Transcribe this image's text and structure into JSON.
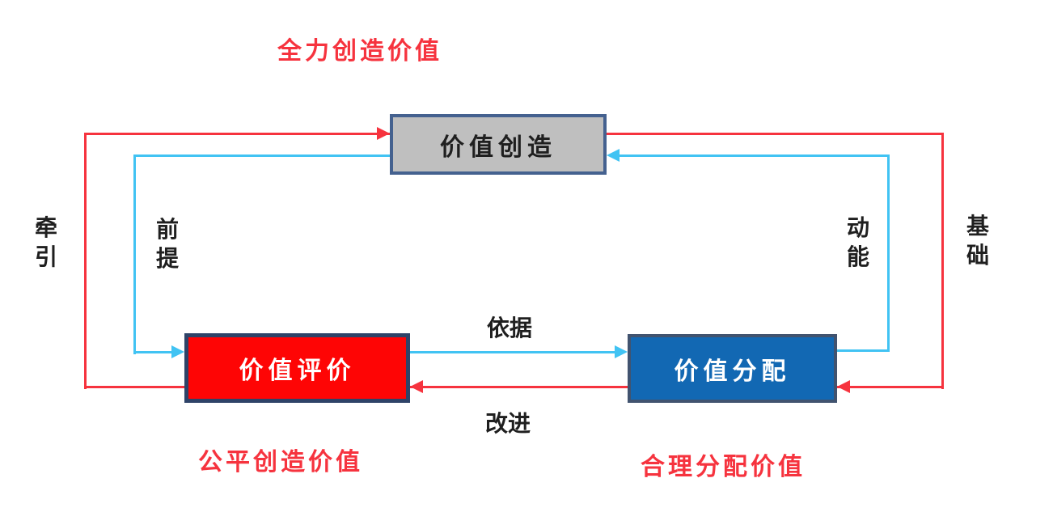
{
  "diagram": {
    "title": "全力创造价值",
    "boxes": {
      "creation": {
        "label": "价值创造",
        "fill": "#bfbfbf",
        "border": "#44618f",
        "text_color": "#1f1f1f"
      },
      "evaluation": {
        "label": "价值评价",
        "fill": "#fe0505",
        "border": "#2e4368",
        "text_color": "#ffffff"
      },
      "distribution": {
        "label": "价值分配",
        "fill": "#1268b3",
        "border": "#41536f",
        "text_color": "#ffffff"
      }
    },
    "edge_labels": {
      "left_outer": "牵\n引",
      "left_inner": "前\n提",
      "right_inner": "动\n能",
      "right_outer": "基\n础",
      "middle_top": "依据",
      "middle_bottom": "改进"
    },
    "captions": {
      "evaluation": "公平创造价值",
      "distribution": "合理分配价值"
    },
    "colors": {
      "outer_loop_red": "#f6333e",
      "inner_loop_cyan": "#41c3f3",
      "caption_red": "#f6333e",
      "label_black": "#1f1f1f"
    }
  }
}
